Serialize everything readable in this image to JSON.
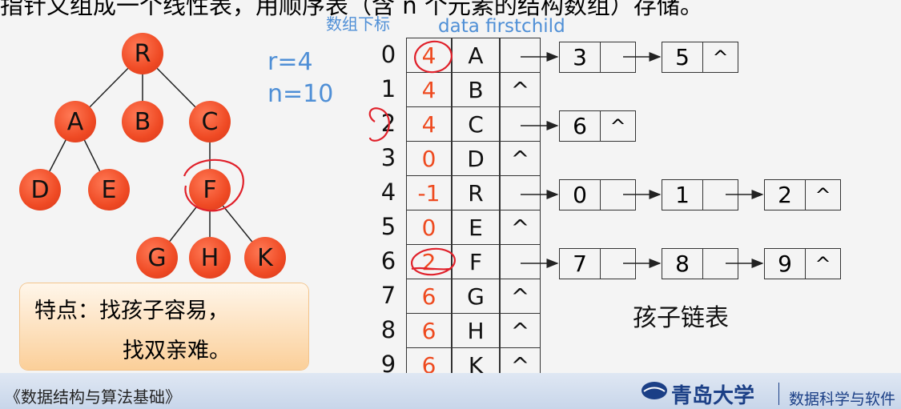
{
  "top_text": "指针又组成一个线性表，用顺序表（含 n 个元素的结构数组）存储。",
  "header": {
    "index_col": "数组下标",
    "cols": "data firstchild"
  },
  "params": {
    "r": "r=4",
    "n": "n=10"
  },
  "tree": {
    "nodes": [
      {
        "id": "R",
        "label": "R"
      },
      {
        "id": "A",
        "label": "A"
      },
      {
        "id": "B",
        "label": "B"
      },
      {
        "id": "C",
        "label": "C"
      },
      {
        "id": "D",
        "label": "D"
      },
      {
        "id": "E",
        "label": "E"
      },
      {
        "id": "F",
        "label": "F"
      },
      {
        "id": "G",
        "label": "G"
      },
      {
        "id": "H",
        "label": "H"
      },
      {
        "id": "K",
        "label": "K"
      }
    ]
  },
  "feature_box": {
    "line1": "特点：找孩子容易，",
    "line2": "找双亲难。"
  },
  "table": {
    "rows": [
      {
        "index": "0",
        "parent": "4",
        "data": "A",
        "firstchild": ""
      },
      {
        "index": "1",
        "parent": "4",
        "data": "B",
        "firstchild": "^"
      },
      {
        "index": "2",
        "parent": "4",
        "data": "C",
        "firstchild": ""
      },
      {
        "index": "3",
        "parent": "0",
        "data": "D",
        "firstchild": "^"
      },
      {
        "index": "4",
        "parent": "-1",
        "data": "R",
        "firstchild": ""
      },
      {
        "index": "5",
        "parent": "0",
        "data": "E",
        "firstchild": "^"
      },
      {
        "index": "6",
        "parent": "2",
        "data": "F",
        "firstchild": ""
      },
      {
        "index": "7",
        "parent": "6",
        "data": "G",
        "firstchild": "^"
      },
      {
        "index": "8",
        "parent": "6",
        "data": "H",
        "firstchild": "^"
      },
      {
        "index": "9",
        "parent": "6",
        "data": "K",
        "firstchild": "^"
      }
    ]
  },
  "child_lists": [
    {
      "row": "0",
      "nodes": [
        {
          "value": "3",
          "next": ""
        },
        {
          "value": "5",
          "next": "^"
        }
      ]
    },
    {
      "row": "2",
      "nodes": [
        {
          "value": "6",
          "next": "^"
        }
      ]
    },
    {
      "row": "4",
      "nodes": [
        {
          "value": "0",
          "next": ""
        },
        {
          "value": "1",
          "next": ""
        },
        {
          "value": "2",
          "next": "^"
        }
      ]
    },
    {
      "row": "6",
      "nodes": [
        {
          "value": "7",
          "next": ""
        },
        {
          "value": "8",
          "next": ""
        },
        {
          "value": "9",
          "next": "^"
        }
      ]
    }
  ],
  "child_list_label": "孩子链表",
  "footer": {
    "course": "《数据结构与算法基础》",
    "university": "青岛大学",
    "department": "数据科学与软件"
  },
  "colors": {
    "node_fill": "#ef4a24",
    "parent_text": "#ee4a1f",
    "header_blue": "#4f8fd6",
    "annotation": "#e0202a"
  }
}
